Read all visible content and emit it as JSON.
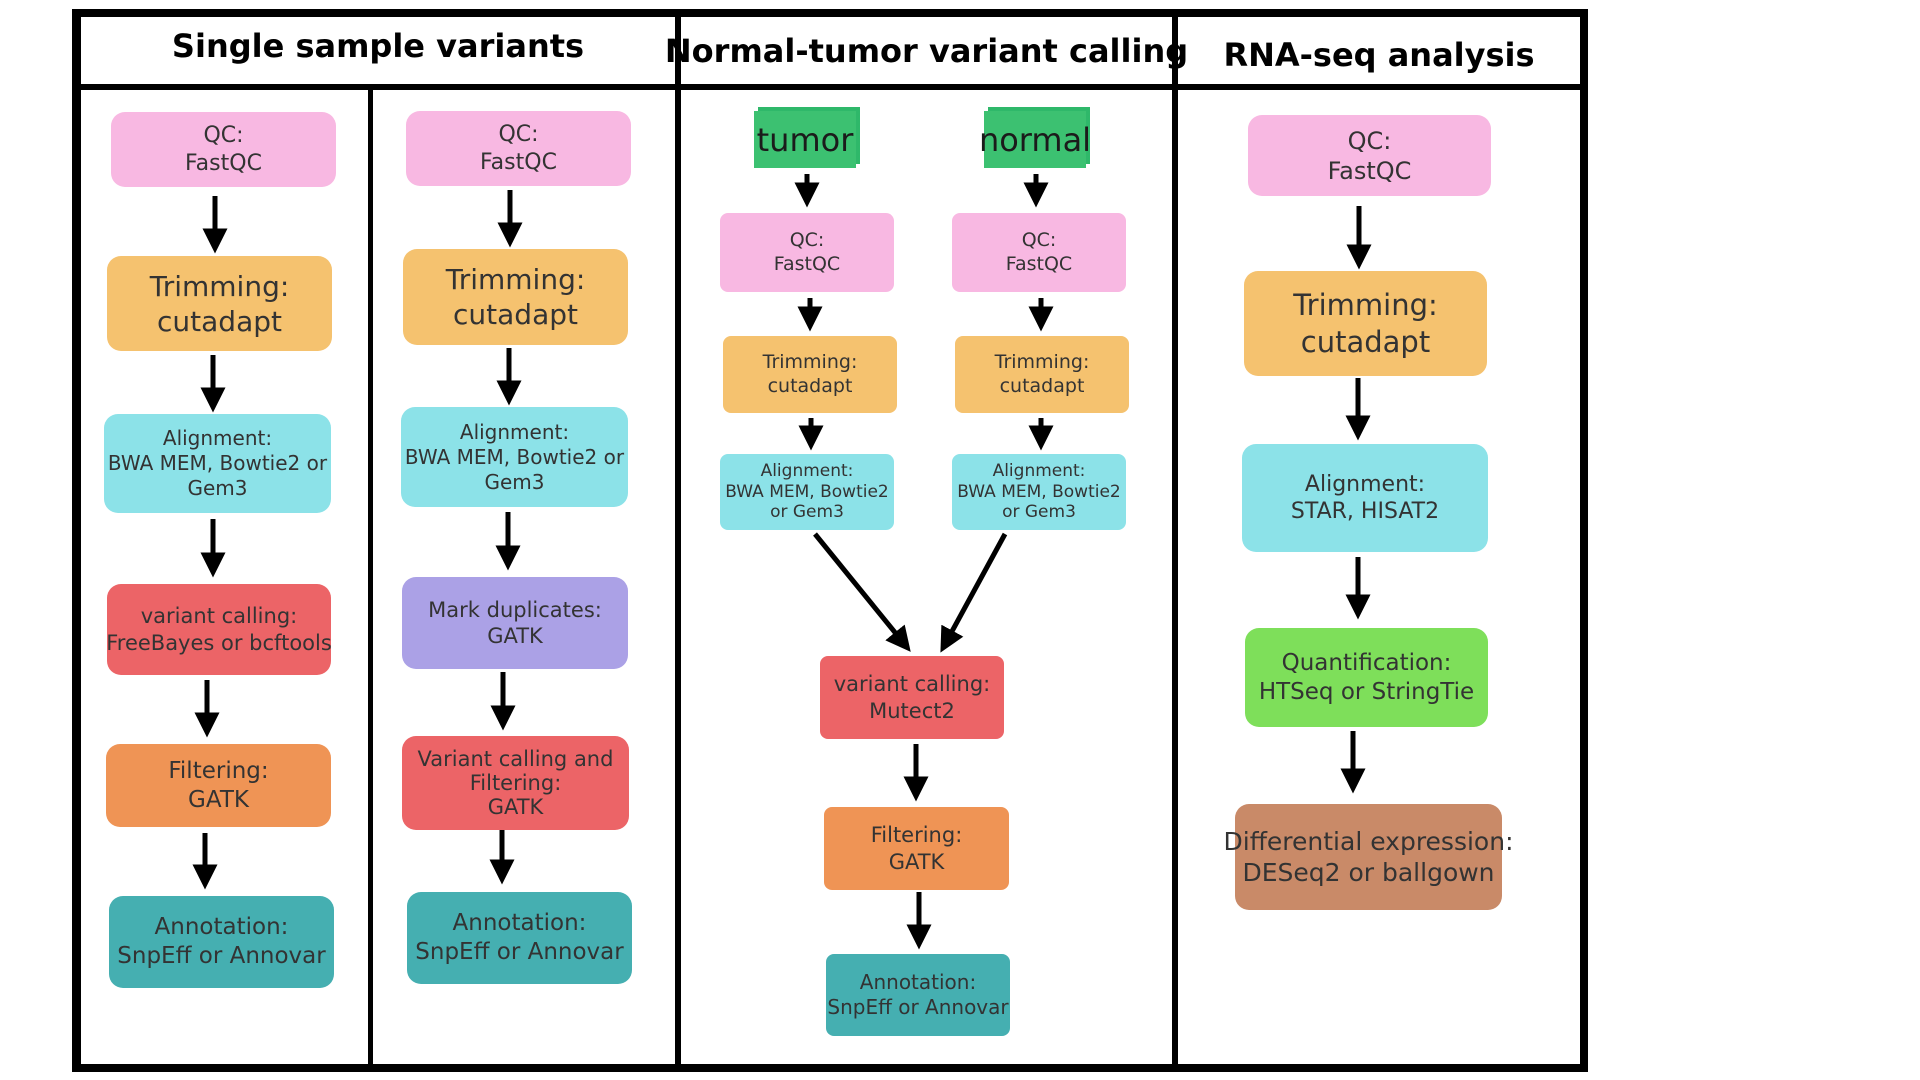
{
  "colors": {
    "qc": "#f8b8e2",
    "trimming": "#f5c26f",
    "alignment": "#8ce2e8",
    "variant_calling": "#ec6467",
    "filtering": "#ef9455",
    "annotation": "#45afb1",
    "mark_duplicates": "#aba1e6",
    "quantification": "#7edf5a",
    "differential": "#c98a68",
    "sample_tag": "#3cc171",
    "frame": "#000000",
    "arrow": "#000000"
  },
  "headers": {
    "single": "Single sample variants",
    "tumor_normal": "Normal-tumor variant calling",
    "rnaseq": "RNA-seq analysis"
  },
  "single_a": {
    "qc": [
      "QC:",
      "FastQC"
    ],
    "trimming": [
      "Trimming:",
      "cutadapt"
    ],
    "alignment": [
      "Alignment:",
      "BWA MEM, Bowtie2 or",
      "Gem3"
    ],
    "variant_calling": [
      "variant calling:",
      "FreeBayes or bcftools"
    ],
    "filtering": [
      "Filtering:",
      "GATK"
    ],
    "annotation": [
      "Annotation:",
      "SnpEff or Annovar"
    ]
  },
  "single_b": {
    "qc": [
      "QC:",
      "FastQC"
    ],
    "trimming": [
      "Trimming:",
      "cutadapt"
    ],
    "alignment": [
      "Alignment:",
      "BWA MEM, Bowtie2 or",
      "Gem3"
    ],
    "mark_duplicates": [
      "Mark duplicates:",
      "GATK"
    ],
    "variant_filtering": [
      "Variant calling and",
      "Filtering:",
      "GATK"
    ],
    "annotation": [
      "Annotation:",
      "SnpEff or Annovar"
    ]
  },
  "tumor_normal": {
    "tumor_label": "tumor",
    "normal_label": "normal",
    "tumor_qc": [
      "QC:",
      "FastQC"
    ],
    "normal_qc": [
      "QC:",
      "FastQC"
    ],
    "tumor_trimming": [
      "Trimming:",
      "cutadapt"
    ],
    "normal_trimming": [
      "Trimming:",
      "cutadapt"
    ],
    "tumor_alignment": [
      "Alignment:",
      "BWA MEM, Bowtie2",
      "or Gem3"
    ],
    "normal_alignment": [
      "Alignment:",
      "BWA MEM, Bowtie2",
      "or Gem3"
    ],
    "variant_calling": [
      "variant calling:",
      "Mutect2"
    ],
    "filtering": [
      "Filtering:",
      "GATK"
    ],
    "annotation": [
      "Annotation:",
      "SnpEff or Annovar"
    ]
  },
  "rnaseq": {
    "qc": [
      "QC:",
      "FastQC"
    ],
    "trimming": [
      "Trimming:",
      "cutadapt"
    ],
    "alignment": [
      "Alignment:",
      "STAR, HISAT2"
    ],
    "quantification": [
      "Quantification:",
      "HTSeq or StringTie"
    ],
    "differential": [
      "Differential expression:",
      "DESeq2 or ballgown"
    ]
  }
}
